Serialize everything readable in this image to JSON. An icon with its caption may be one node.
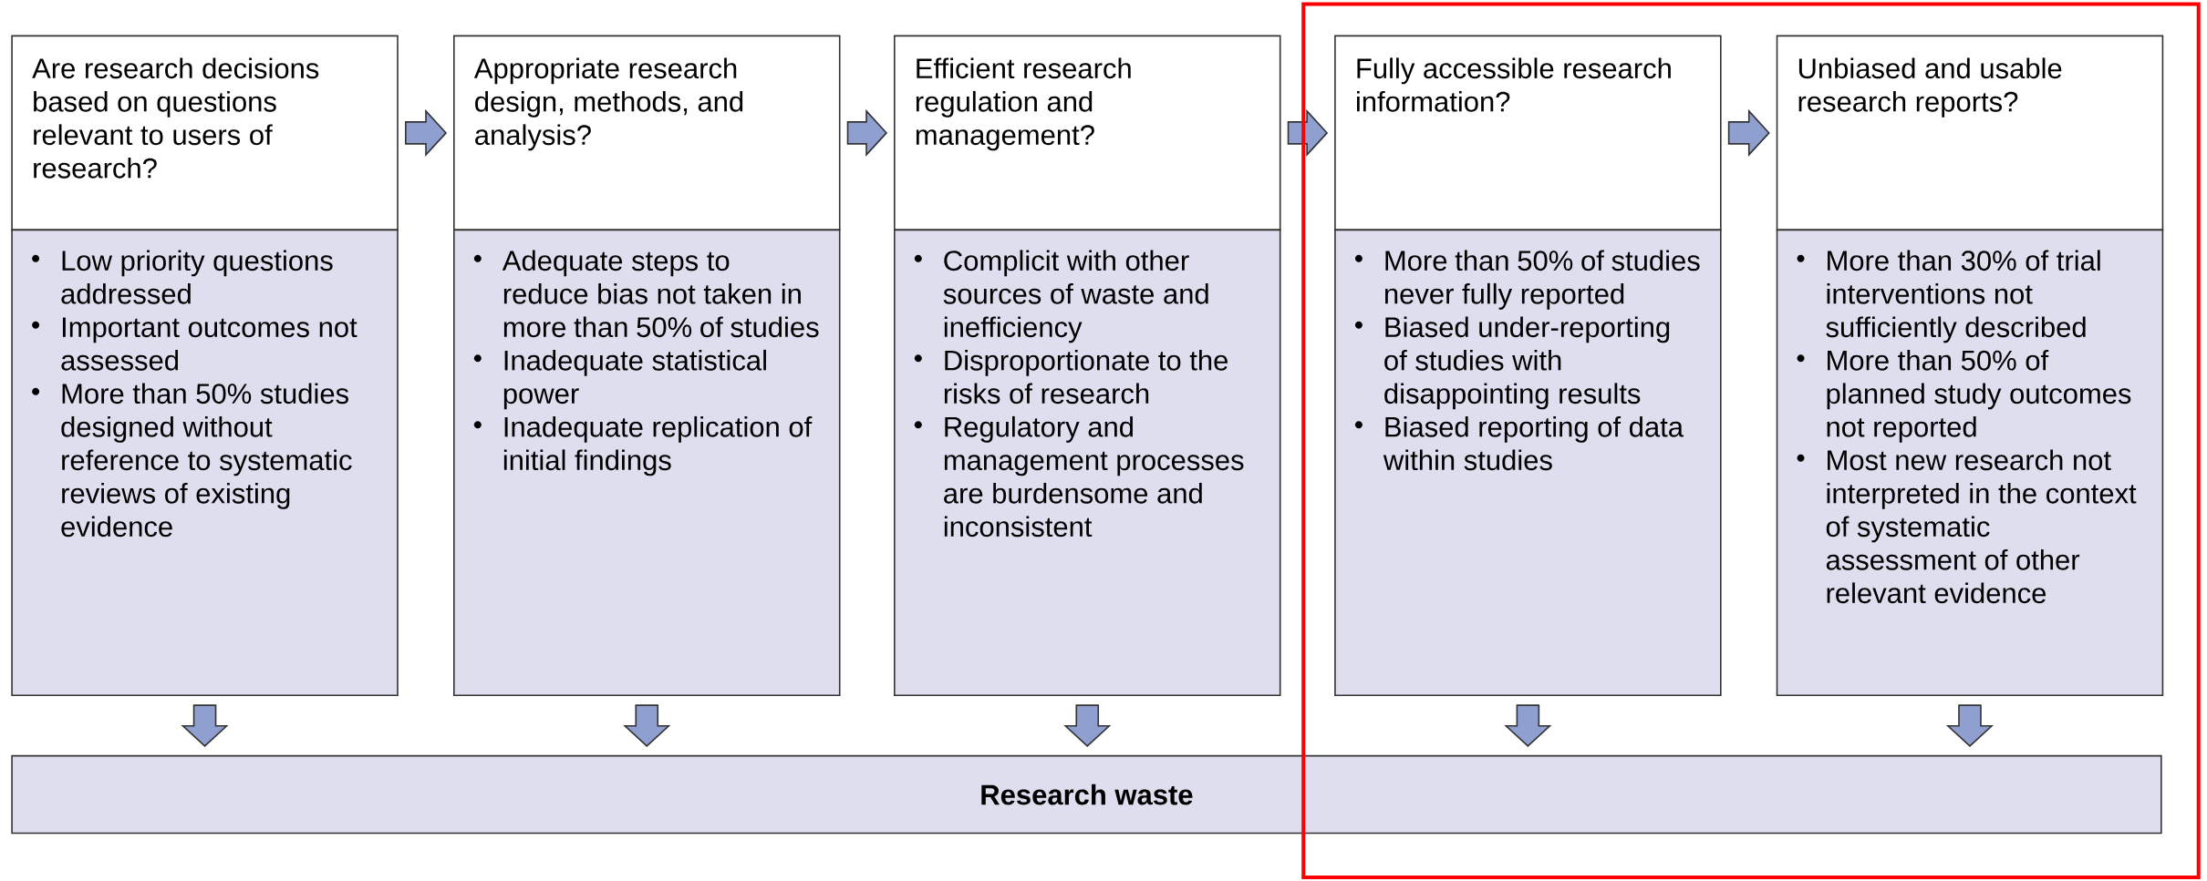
{
  "diagram": {
    "nodes": [
      {
        "text": [
          "Are research decisions based on questions relevant to users of research?"
        ]
      },
      {
        "text": [
          "Low priority questions addressed",
          "Important outcomes not assessed",
          "More than 50% studies designed without reference to systematic reviews of existing evidence"
        ]
      },
      {
        "text": [
          "Appropriate research design, methods, and analysis?"
        ]
      },
      {
        "text": [
          "Adequate steps to reduce bias not taken in more than 50% of studies",
          "Inadequate statistical power",
          "Inadequate replication of initial findings"
        ]
      },
      {
        "text": [
          "Efficient research regulation and management?"
        ]
      },
      {
        "text": [
          "Complicit with other sources of waste and inefficiency",
          "Disproportionate to the risks of research",
          "Regulatory and management processes are burdensome and inconsistent"
        ]
      },
      {
        "text": [
          "Fully accessible research information?"
        ]
      },
      {
        "text": [
          "More than 50% of studies never fully reported",
          "Biased under-reporting of studies with disappointing results",
          "Biased reporting of data within studies"
        ]
      },
      {
        "text": [
          "Unbiased and usable research reports?"
        ]
      },
      {
        "text": [
          "More than 30% of trial interventions not sufficiently described",
          "More than 50% of planned study outcomes not reported",
          "Most new research not interpreted in the context of systematic assessment of other relevant evidence"
        ]
      },
      {
        "text": [
          "Research waste"
        ]
      }
    ],
    "edges": [
      {
        "from": 0,
        "to": 2,
        "arrow": "to"
      },
      {
        "from": 2,
        "to": 4,
        "arrow": "to"
      },
      {
        "from": 4,
        "to": 6,
        "arrow": "to"
      },
      {
        "from": 6,
        "to": 8,
        "arrow": "to"
      },
      {
        "from": 1,
        "to": 10,
        "arrow": "to"
      },
      {
        "from": 3,
        "to": 10,
        "arrow": "to"
      },
      {
        "from": 5,
        "to": 10,
        "arrow": "to"
      },
      {
        "from": 7,
        "to": 10,
        "arrow": "to"
      },
      {
        "from": 9,
        "to": 10,
        "arrow": "to"
      }
    ]
  }
}
